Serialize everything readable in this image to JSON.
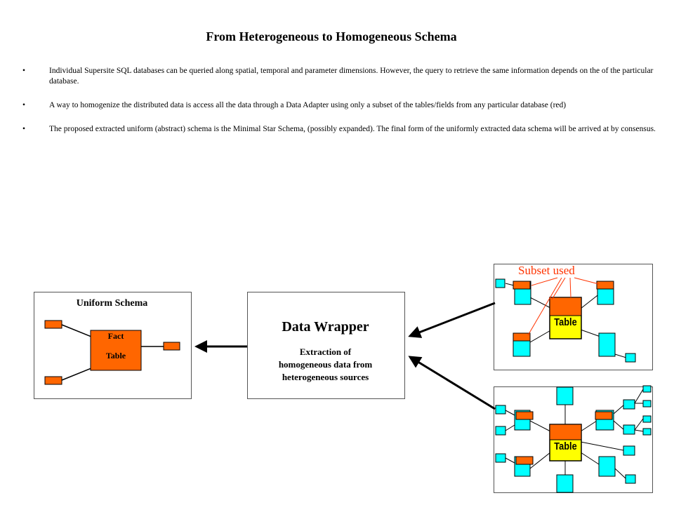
{
  "title": "From Heterogeneous to Homogeneous Schema",
  "bullets": [
    "Individual Supersite SQL  databases can be queried along spatial, temporal and parameter dimensions.  However, the query to retrieve  the same information depends on the of the particular database.",
    "A way to homogenize the distributed data is access all the data through a Data Adapter using only a subset of the tables/fields from any particular database (red)",
    "The proposed extracted uniform (abstract) schema is the Minimal Star Schema, (possibly  expanded). The final form of the uniformly extracted data schema will be arrived at by consensus."
  ],
  "bullet_glyph": "•",
  "uniform_schema": {
    "title": "Uniform Schema",
    "fact_line1": "Fact",
    "fact_line2": "Table"
  },
  "wrapper": {
    "title": "Data Wrapper",
    "desc_line1": "Extraction of",
    "desc_line2": "homogeneous data from",
    "desc_line3": "heterogeneous sources"
  },
  "subset_label": "Subset used",
  "table_label": "Table",
  "colors": {
    "orange": "#ff6600",
    "cyan": "#00ffff",
    "yellow": "#ffff00",
    "subset_red": "#ff3300"
  }
}
